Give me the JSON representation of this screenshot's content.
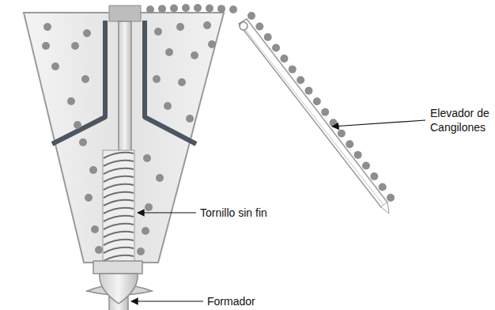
{
  "diagram": {
    "labels": [
      "Elevador de Cangilones",
      "Tornillo sin fin",
      "Formador"
    ]
  }
}
